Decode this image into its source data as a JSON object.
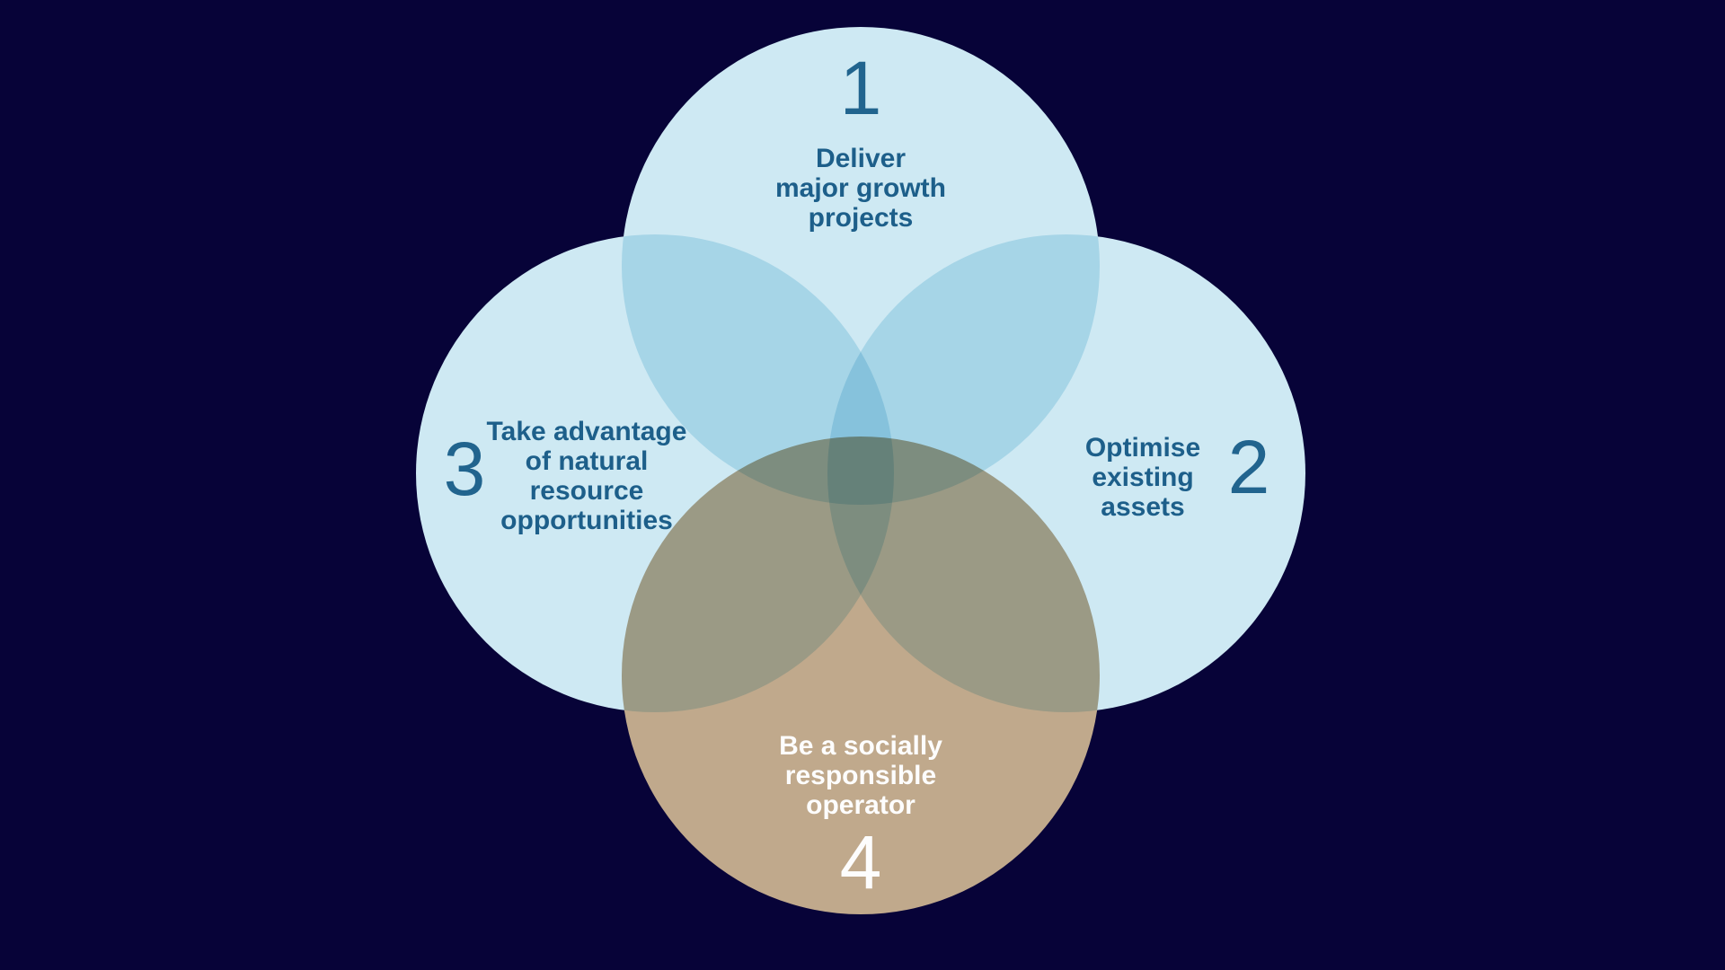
{
  "background_color": "#070338",
  "diagram": {
    "type": "venn-four-circles",
    "circles": [
      {
        "id": "deliver-major-growth-projects",
        "number": "1",
        "lines": [
          "Deliver",
          "major growth",
          "projects"
        ],
        "fill": "#cee9f3",
        "text_color": "#1d5f8a",
        "number_color": "#21648e"
      },
      {
        "id": "optimise-existing-assets",
        "number": "2",
        "lines": [
          "Optimise",
          "existing",
          "assets"
        ],
        "fill": "#cee9f3",
        "text_color": "#1d5f8a",
        "number_color": "#21648e"
      },
      {
        "id": "take-advantage-of-natural-resource-opportunities",
        "number": "3",
        "lines": [
          "Take advantage",
          "of natural",
          "resource",
          "opportunities"
        ],
        "fill": "#cee9f3",
        "text_color": "#1d5f8a",
        "number_color": "#21648e"
      },
      {
        "id": "be-a-socially-responsible-operator",
        "number": "4",
        "lines": [
          "Be a socially",
          "responsible",
          "operator"
        ],
        "fill": "#c0a98c",
        "text_color": "#fdfdfd",
        "number_color": "#fdfdfd"
      }
    ]
  }
}
